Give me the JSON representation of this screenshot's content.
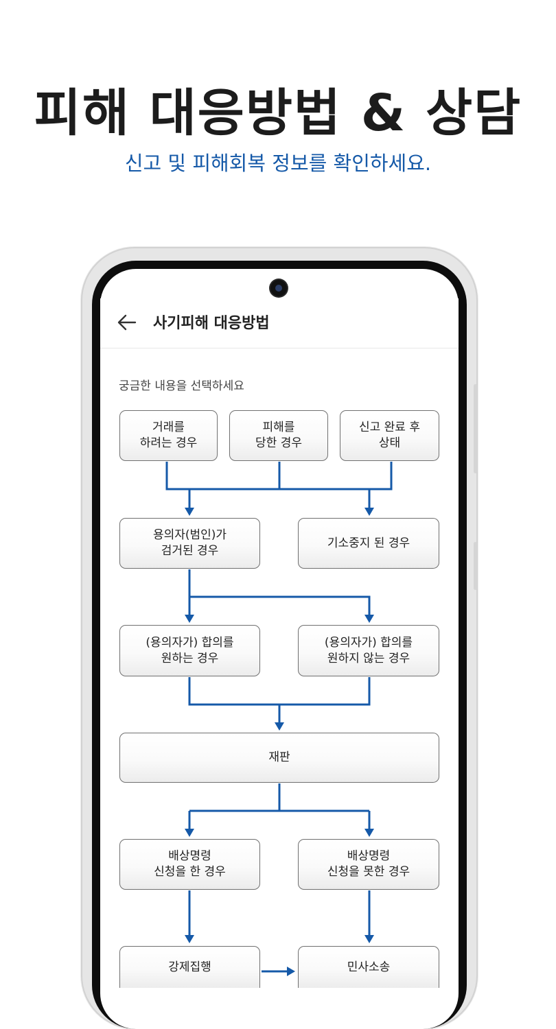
{
  "promo": {
    "title": "피해 대응방법 & 상담",
    "subtitle": "신고 및 피해회복 정보를 확인하세요."
  },
  "screen": {
    "appbar": {
      "title": "사기피해 대응방법"
    },
    "prompt": "궁금한 내용을 선택하세요",
    "flow": {
      "trading": "거래를\n하려는 경우",
      "victim": "피해를\n당한 경우",
      "report_done": "신고 완료 후\n상태",
      "suspect_caught": "용의자(범인)가\n검거된 경우",
      "indictment_suspended": "기소중지 된 경우",
      "wants_settlement": "(용의자가) 합의를\n원하는 경우",
      "no_settlement": "(용의자가) 합의를\n원하지 않는 경우",
      "trial": "재판",
      "compensation_applied": "배상명령\n신청을 한 경우",
      "compensation_not_applied": "배상명령\n신청을 못한 경우",
      "enforcement": "강제집행",
      "civil_suit": "민사소송"
    }
  },
  "colors": {
    "flow_arrow": "#1559a8",
    "subtitle": "#1559a8"
  }
}
